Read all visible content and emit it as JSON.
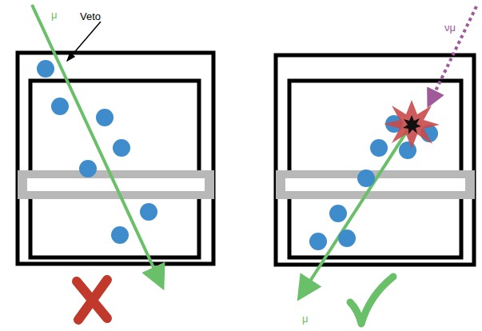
{
  "diagram": {
    "labels": [
      "μ",
      "Veto",
      "νμ",
      "μ"
    ]
  }
}
